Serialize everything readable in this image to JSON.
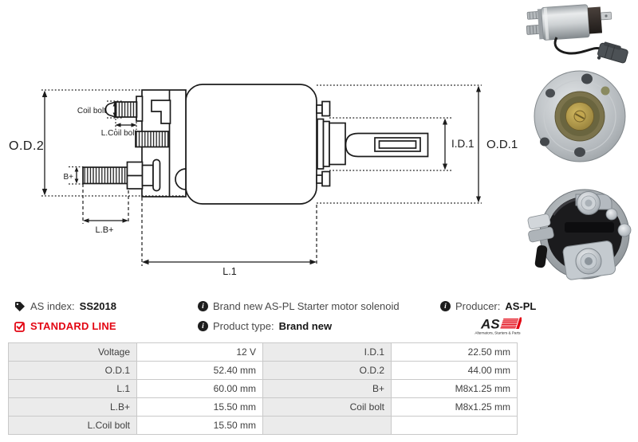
{
  "info": {
    "as_index_label": "AS index:",
    "as_index_value": "SS2018",
    "standard_line": "STANDARD LINE",
    "description": "Brand new AS-PL Starter motor solenoid",
    "product_type_label": "Product type:",
    "product_type_value": "Brand new",
    "producer_label": "Producer:",
    "producer_value": "AS-PL",
    "logo": {
      "mark": "AS",
      "tagline": "Alternators, Starters & Parts"
    }
  },
  "icons": {
    "info_glyph": "i",
    "tag": "tag-icon",
    "checkbox": "checked-checkbox-icon"
  },
  "diagram": {
    "labels": {
      "od2": "O.D.2",
      "coil_bolt": "Coil bolt",
      "l_coil_bolt": "L.Coil bolt",
      "b_plus": "B+",
      "l_b_plus": "L.B+",
      "l1": "L.1",
      "id1": "I.D.1",
      "od1": "O.D.1"
    }
  },
  "photos": {
    "top": "solenoid-side-photo",
    "middle": "solenoid-front-flange-photo",
    "bottom": "solenoid-back-terminals-photo"
  },
  "specs": {
    "rows": [
      {
        "l1": "Voltage",
        "v1": "12 V",
        "l2": "I.D.1",
        "v2": "22.50 mm"
      },
      {
        "l1": "O.D.1",
        "v1": "52.40 mm",
        "l2": "O.D.2",
        "v2": "44.00 mm"
      },
      {
        "l1": "L.1",
        "v1": "60.00 mm",
        "l2": "B+",
        "v2": "M8x1.25 mm"
      },
      {
        "l1": "L.B+",
        "v1": "15.50 mm",
        "l2": "Coil bolt",
        "v2": "M8x1.25 mm"
      },
      {
        "l1": "L.Coil bolt",
        "v1": "15.50 mm",
        "l2": "",
        "v2": ""
      }
    ]
  },
  "colors": {
    "accent_red": "#e30613",
    "table_border": "#c9c9c9",
    "table_label_bg": "#ebebeb",
    "line_black": "#1c1c1c"
  }
}
